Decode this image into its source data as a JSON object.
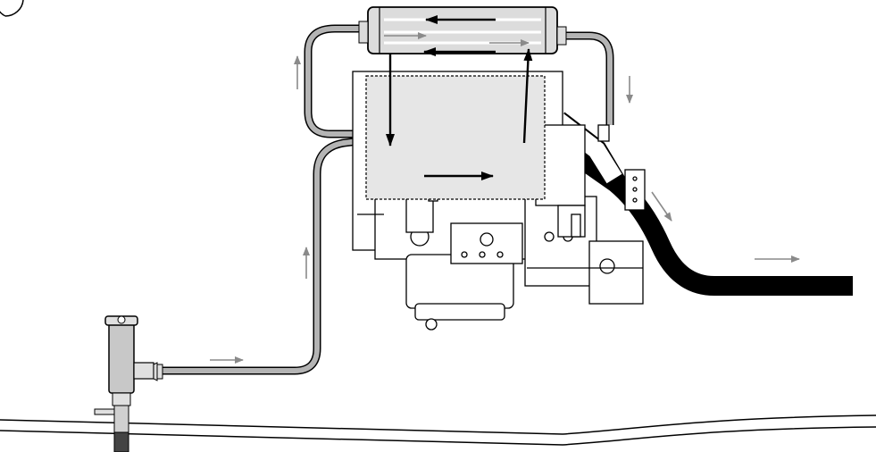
{
  "diagram": {
    "flow_direction_arrows": [
      "intake-flow",
      "riser-flow",
      "cooler-out-flow",
      "cooler-in-flow",
      "exhaust-flow"
    ],
    "coolant_loop_arrows": [
      "cooler-left-flow",
      "cooler-right-flow",
      "block-down-flow",
      "block-across-flow",
      "block-up-flow"
    ]
  },
  "colors": {
    "outline": "#000000",
    "hose_fill": "#b4b4b4",
    "exhaust_hose": "#000000",
    "panel_fill": "#e6e6e6",
    "cooler_fill": "#dcdcdc",
    "raw_water_arrow": "#8a8a8a",
    "coolant_arrow": "#000000"
  }
}
